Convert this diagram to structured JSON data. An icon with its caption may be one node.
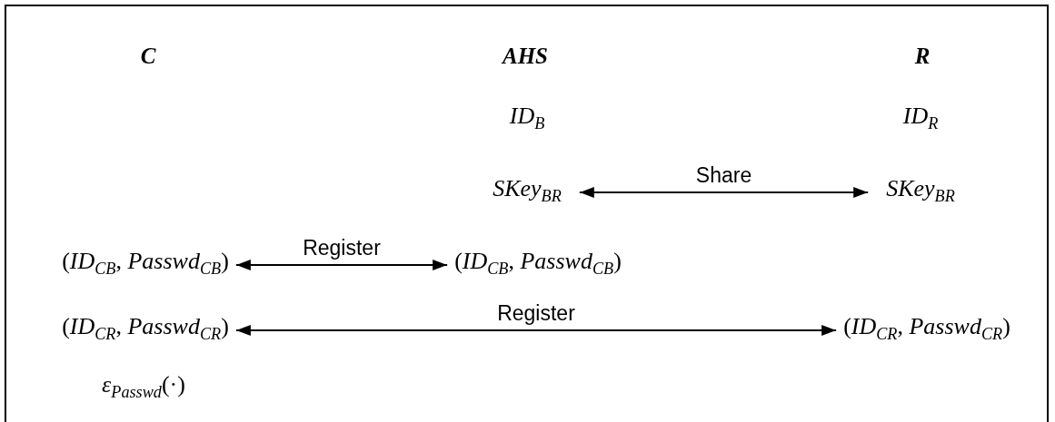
{
  "diagram": {
    "nodes": [
      {
        "text": [
          "C"
        ]
      },
      {
        "text": [
          "AHS"
        ]
      },
      {
        "text": [
          "R"
        ]
      },
      {
        "text": [
          "*ID*$_{B}$"
        ]
      },
      {
        "text": [
          "*ID*$_{R}$"
        ]
      },
      {
        "text": [
          "*SKey*$_{BR}$"
        ]
      },
      {
        "text": [
          "*SKey*$_{BR}$"
        ]
      },
      {
        "text": [
          "(*ID*$_{CB}$, *Passwd*$_{CB}$)"
        ]
      },
      {
        "text": [
          "(*ID*$_{CB}$, *Passwd*$_{CB}$)"
        ]
      },
      {
        "text": [
          "(*ID*$_{CR}$, *Passwd*$_{CR}$)"
        ]
      },
      {
        "text": [
          "(*ID*$_{CR}$, *Passwd*$_{CR}$)"
        ]
      },
      {
        "text": [
          "*ε*$_{Passwd}$(·)"
        ]
      }
    ],
    "edges": [
      {
        "from": 5,
        "to": 6,
        "arrow": "both",
        "label": "Share"
      },
      {
        "from": 7,
        "to": 8,
        "arrow": "both",
        "label": "Register"
      },
      {
        "from": 9,
        "to": 10,
        "arrow": "both",
        "label": "Register"
      }
    ]
  }
}
